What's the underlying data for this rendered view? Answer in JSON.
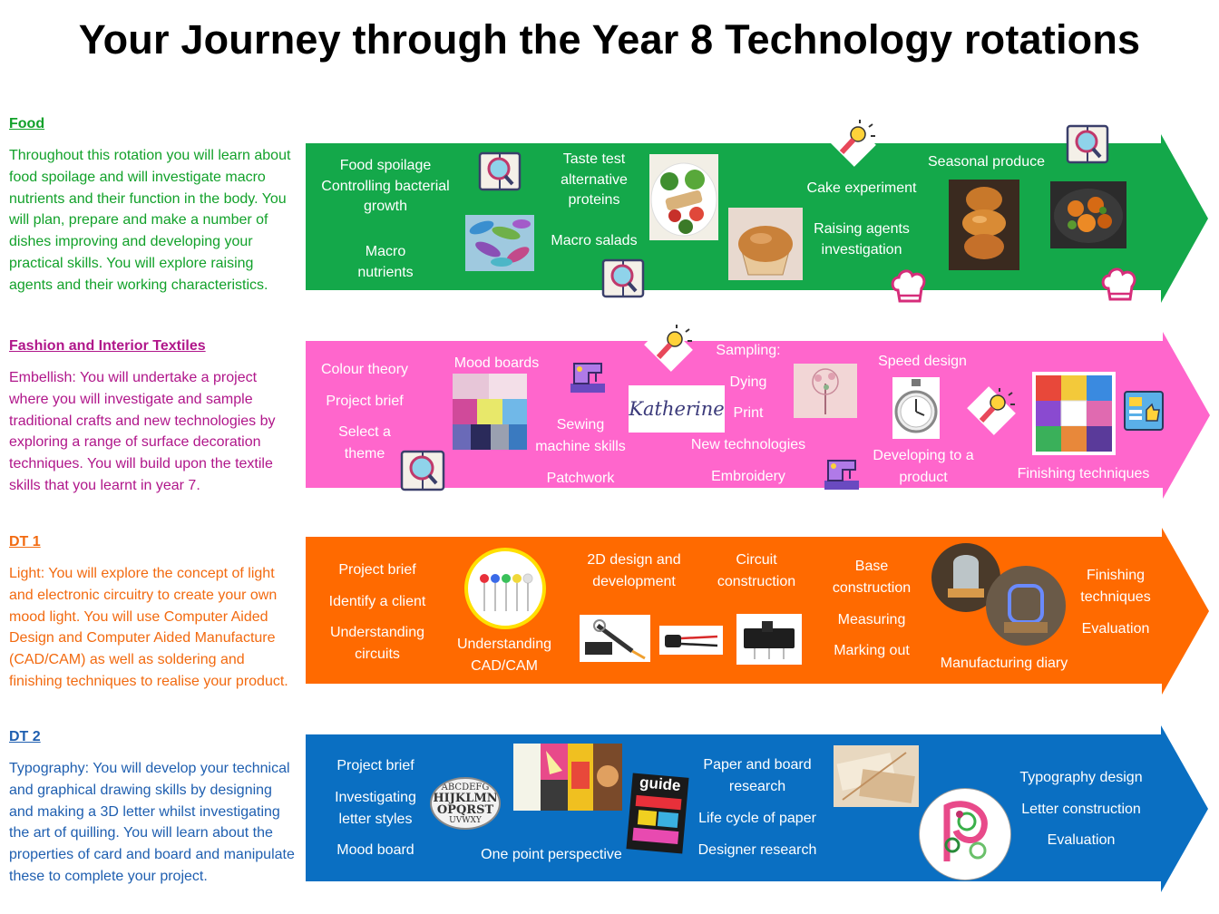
{
  "title": "Your Journey through the Year 8 Technology rotations",
  "colors": {
    "food": "#14a84a",
    "textiles": "#ff66cc",
    "dt1": "#ff6a00",
    "dt2": "#0a6fc2",
    "food_text": "#12a12a",
    "textiles_text": "#b0168a",
    "dt1_text": "#f26a10",
    "dt2_text": "#1f5fb0"
  },
  "sections": {
    "food": {
      "heading": "Food",
      "description": "Throughout this rotation you will learn about food spoilage and will investigate macro nutrients and their function in the body. You will plan, prepare and make a number of dishes improving and developing your practical skills. You will explore raising agents and their working characteristics.",
      "labels": {
        "food_spoilage": "Food spoilage",
        "controlling": "Controlling bacterial",
        "growth": "growth",
        "macro": "Macro",
        "nutrients": "nutrients",
        "taste1": "Taste test",
        "taste2": "alternative",
        "taste3": "proteins",
        "macro_salads": "Macro salads",
        "cake": "Cake experiment",
        "raising1": "Raising agents",
        "raising2": "investigation",
        "seasonal": "Seasonal produce"
      }
    },
    "textiles": {
      "heading": "Fashion and Interior Textiles",
      "description": "Embellish: You will undertake a project where you will investigate and sample traditional crafts and new technologies by exploring a range of surface decoration techniques. You will build upon the textile skills that you learnt in year 7.",
      "labels": {
        "colour": "Colour theory",
        "brief": "Project brief",
        "select1": "Select a",
        "select2": "theme",
        "mood": "Mood boards",
        "sewing1": "Sewing",
        "sewing2": "machine skills",
        "patchwork": "Patchwork",
        "sampling": "Sampling:",
        "dying": "Dying",
        "print": "Print",
        "newtech": "New technologies",
        "embroidery": "Embroidery",
        "speed": "Speed design",
        "developing1": "Developing to a",
        "developing2": "product",
        "finishing": "Finishing techniques",
        "katherine": "Katherine"
      }
    },
    "dt1": {
      "heading": "DT 1",
      "description": "Light: You will explore the concept of light and electronic circuitry to create your own mood light. You will use Computer Aided Design and Computer Aided Manufacture (CAD/CAM) as well as soldering and finishing techniques to realise your product.",
      "labels": {
        "brief": "Project brief",
        "client": "Identify a client",
        "understanding1": "Understanding",
        "understanding2": "circuits",
        "cad1": "Understanding",
        "cad2": "CAD/CAM",
        "design1": "2D design and",
        "design2": "development",
        "circuit1": "Circuit",
        "circuit2": "construction",
        "base1": "Base",
        "base2": "construction",
        "measuring": "Measuring",
        "marking": "Marking out",
        "diary": "Manufacturing diary",
        "finishing1": "Finishing",
        "finishing2": "techniques",
        "evaluation": "Evaluation"
      }
    },
    "dt2": {
      "heading": "DT 2",
      "description": "Typography: You will develop your technical and graphical drawing skills by designing and making a 3D letter whilst investigating the art of quilling. You will learn about the properties of card and board and manipulate these to complete your project.",
      "labels": {
        "brief": "Project brief",
        "investigating1": "Investigating",
        "investigating2": "letter styles",
        "mood": "Mood board",
        "perspective": "One point perspective",
        "paper1": "Paper and board",
        "paper2": "research",
        "lifecycle": "Life cycle of paper",
        "designer": "Designer research",
        "typo": "Typography design",
        "letter": "Letter construction",
        "evaluation": "Evaluation",
        "guide": "guide",
        "alphabet1": "ABCDEFG",
        "alphabet2": "HIJKLMN",
        "alphabet3": "OPQRST",
        "alphabet4": "UVWXY"
      }
    }
  }
}
